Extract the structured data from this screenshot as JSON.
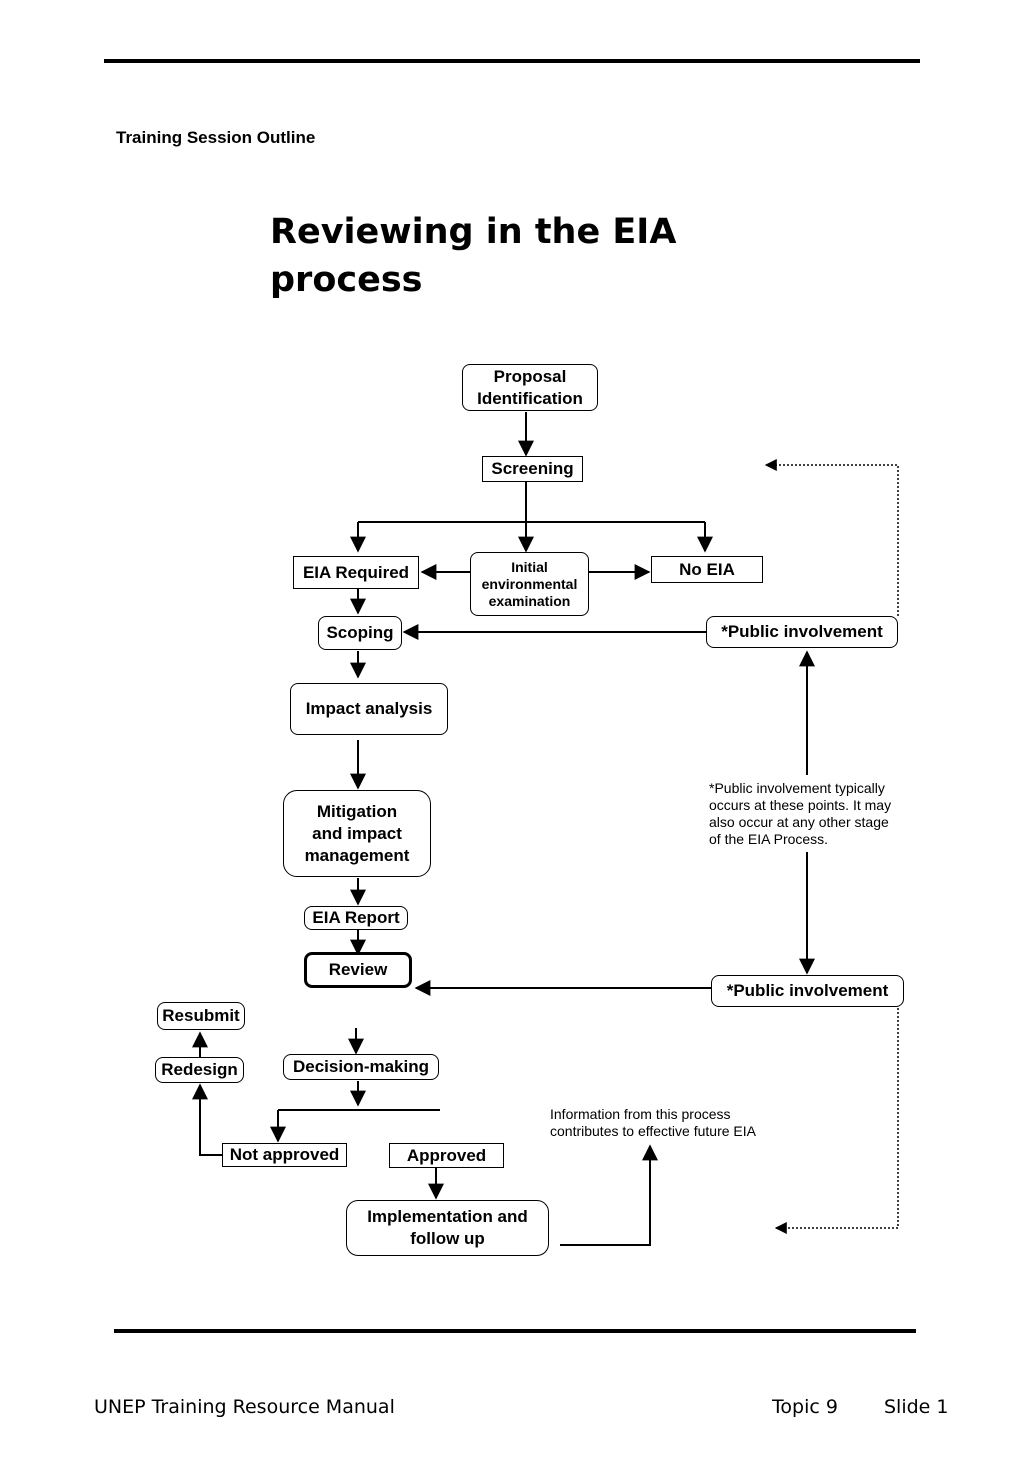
{
  "header": {
    "section": "Training Session Outline"
  },
  "title": {
    "line1": "Reviewing in the EIA",
    "line2": "process"
  },
  "diagram": {
    "proposal": {
      "line1": "Proposal",
      "line2": "Identification"
    },
    "screening": "Screening",
    "eia_required": "EIA Required",
    "initial_exam": {
      "line1": "Initial",
      "line2": "environmental",
      "line3": "examination"
    },
    "no_eia": "No EIA",
    "scoping": "Scoping",
    "public_involvement_1": "*Public involvement",
    "impact_analysis": "Impact analysis",
    "mitigation": {
      "line1": "Mitigation",
      "line2": "and impact",
      "line3": "management"
    },
    "public_note": {
      "line1": "*Public involvement typically",
      "line2": "occurs at these points. It may",
      "line3": "also occur at any other stage",
      "line4": "of the EIA Process."
    },
    "eia_report": "EIA Report",
    "review": "Review",
    "public_involvement_2": "*Public involvement",
    "resubmit": "Resubmit",
    "redesign": "Redesign",
    "decision_making": "Decision-making",
    "info_note": {
      "line1": "Information from this process",
      "line2": "contributes to effective future EIA"
    },
    "not_approved": "Not approved",
    "approved": "Approved",
    "implementation": {
      "line1": "Implementation and",
      "line2": "follow up"
    }
  },
  "footer": {
    "left": "UNEP Training Resource Manual",
    "topic": "Topic 9",
    "slide": "Slide 1"
  }
}
